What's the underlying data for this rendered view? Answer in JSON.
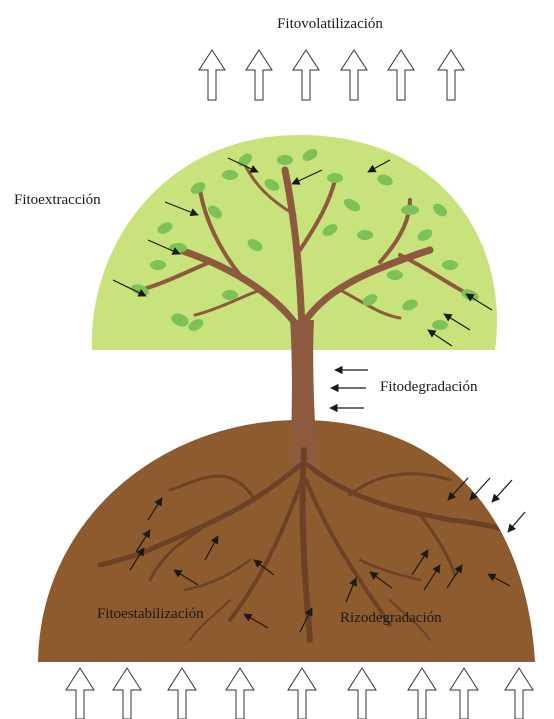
{
  "labels": {
    "fitovolatilizacion": "Fitovolatilización",
    "fitoextraccion": "Fitoextracción",
    "fitodegradacion": "Fitodegradación",
    "fitoestabilizacion": "Fitoestabilización",
    "rizodegradacion": "Rizodegradación"
  },
  "colors": {
    "canopy": "#c9e37c",
    "leaf": "#7cc257",
    "trunk": "#8d5a3f",
    "soil": "#8d5b2e",
    "root": "#6b4226",
    "arrow": "#1a1a1a"
  },
  "icons": {
    "volatilization_arrows": "hollow-up-arrow",
    "uptake_arrows": "hollow-up-arrow",
    "flow_arrows": "thin-arrow"
  }
}
